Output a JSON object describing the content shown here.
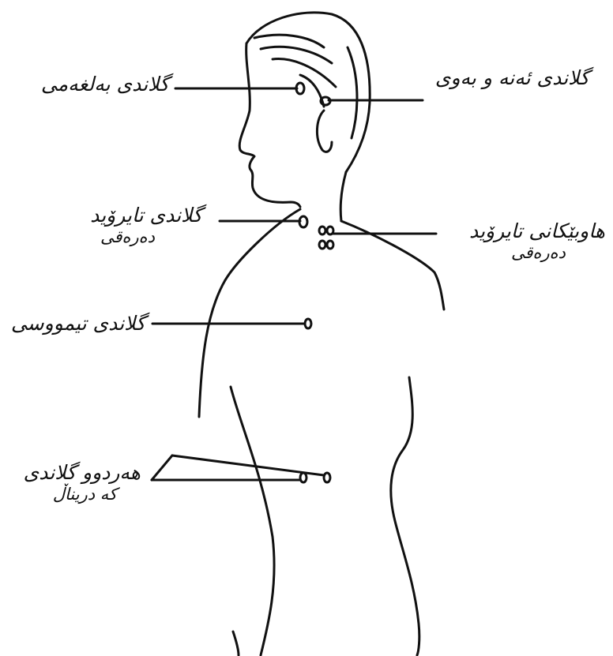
{
  "labels": {
    "pineal_gland": "گلاندی بەلغەمی",
    "pituitary_gland": "گلاندی ئەنە و بەوی",
    "thyroid_gland_line1": "گلاندی تایرۆید",
    "thyroid_gland_line2": "دەرەقی",
    "parathyroid_line1": "هاوبێکانی تایرۆید",
    "parathyroid_line2": "دەرەقی",
    "thymus_gland": "گلاندی تیمووسی",
    "adrenal_line1": "هەردوو گلاندی",
    "adrenal_line2": "کە دریناڵ"
  },
  "colors": {
    "ink": "#111111",
    "background": "#ffffff"
  }
}
